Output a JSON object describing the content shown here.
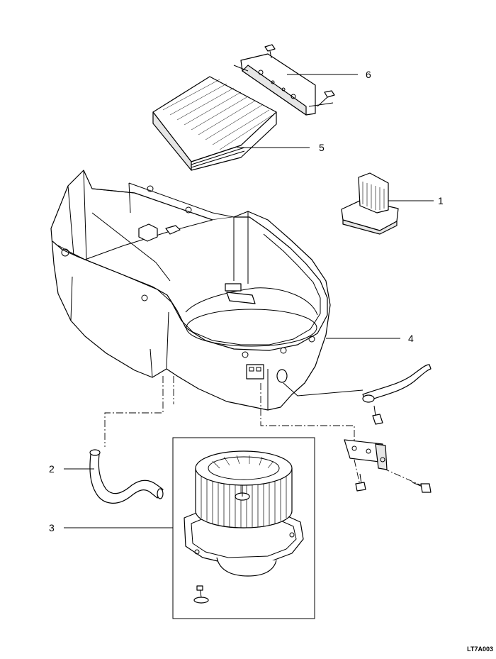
{
  "callouts": {
    "p1": "1",
    "p2": "2",
    "p3": "3",
    "p4": "4",
    "p5": "5",
    "p6": "6"
  },
  "drawing_code": "LT7A003",
  "parts": {
    "p1": "blower-resistor",
    "p2": "drain-hose",
    "p3": "blower-motor-and-fan",
    "p4": "blower-housing",
    "p5": "cabin-air-filter",
    "p6": "filter-cover-plate"
  }
}
